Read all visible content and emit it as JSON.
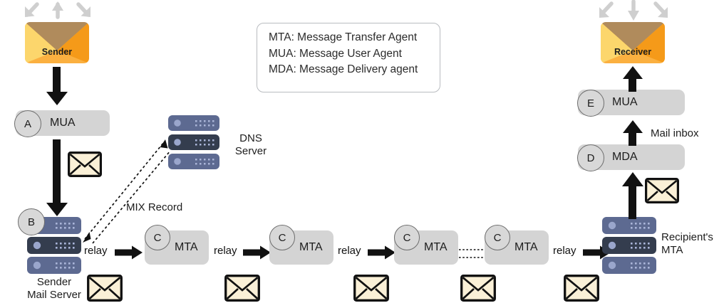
{
  "legend": {
    "lines": [
      "MTA: Message Transfer Agent",
      "MUA: Message User Agent",
      "MDA: Message Delivery agent"
    ]
  },
  "sender": {
    "envelope_label": "Sender",
    "mail_server_label_line1": "Sender",
    "mail_server_label_line2": "Mail Server",
    "mail_server_badge": "B",
    "mua_label": "MUA",
    "mua_badge": "A"
  },
  "dns": {
    "label_line1": "DNS",
    "label_line2": "Server",
    "record_label": "MIX Record"
  },
  "relay_chain": {
    "relay_label": "relay",
    "relays": [
      "relay",
      "relay",
      "relay",
      "relay"
    ],
    "mta_nodes": [
      {
        "label": "MTA",
        "badge": "C"
      },
      {
        "label": "MTA",
        "badge": "C"
      },
      {
        "label": "MTA",
        "badge": "C"
      },
      {
        "label": "MTA",
        "badge": "C"
      }
    ]
  },
  "receiver": {
    "envelope_label": "Receiver",
    "mua_label": "MUA",
    "mua_badge": "E",
    "mda_label": "MDA",
    "mda_badge": "D",
    "mail_inbox_label": "Mail inbox",
    "mta_label_line1": "Recipient's",
    "mta_label_line2": "MTA"
  },
  "colors": {
    "stage_fill": "#d4d4d4",
    "badge_fill": "#d8d8d8",
    "envelope_cream": "#faf0d7",
    "rack_light": "#5d6a91",
    "rack_dark": "#343d4e",
    "arrow_gray": "#cfcfcf",
    "arrow_black": "#111111",
    "env_flap": "#b08b5c",
    "env_left": "#fbd46a",
    "env_right": "#f59b1b",
    "env_base": "#fbb040"
  }
}
